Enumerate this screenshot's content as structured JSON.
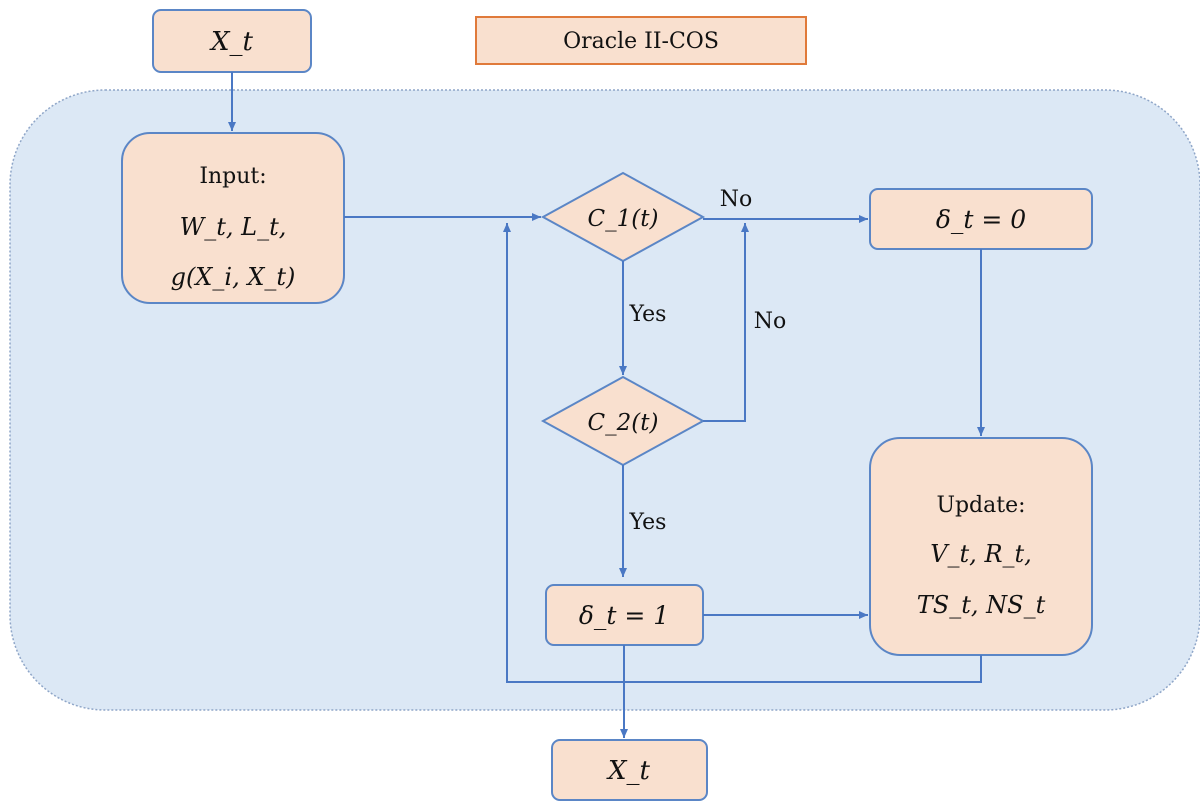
{
  "title": "Oracle II-COS",
  "colors": {
    "container_fill": "#dce8f5",
    "container_stroke": "#8fa6c8",
    "node_fill": "#f9e0cf",
    "node_stroke": "#5b86c6",
    "title_stroke": "#e07a3a",
    "arrow": "#4a78c4"
  },
  "nodes": {
    "input_top": {
      "label": "X_t"
    },
    "input_box": {
      "line1": "Input:",
      "line2": "W_t, L_t,",
      "line3": "g(X_i, X_t)"
    },
    "cond1": {
      "label": "C_1(t)"
    },
    "cond2": {
      "label": "C_2(t)"
    },
    "delta0": {
      "label": "δ_t = 0"
    },
    "delta1": {
      "label": "δ_t = 1"
    },
    "update_box": {
      "line1": "Update:",
      "line2": "V_t, R_t,",
      "line3": "TS_t, NS_t"
    },
    "output_bottom": {
      "label": "X_t"
    }
  },
  "edge_labels": {
    "c1_no": "No",
    "c1_yes": "Yes",
    "c2_no": "No",
    "c2_yes": "Yes"
  }
}
